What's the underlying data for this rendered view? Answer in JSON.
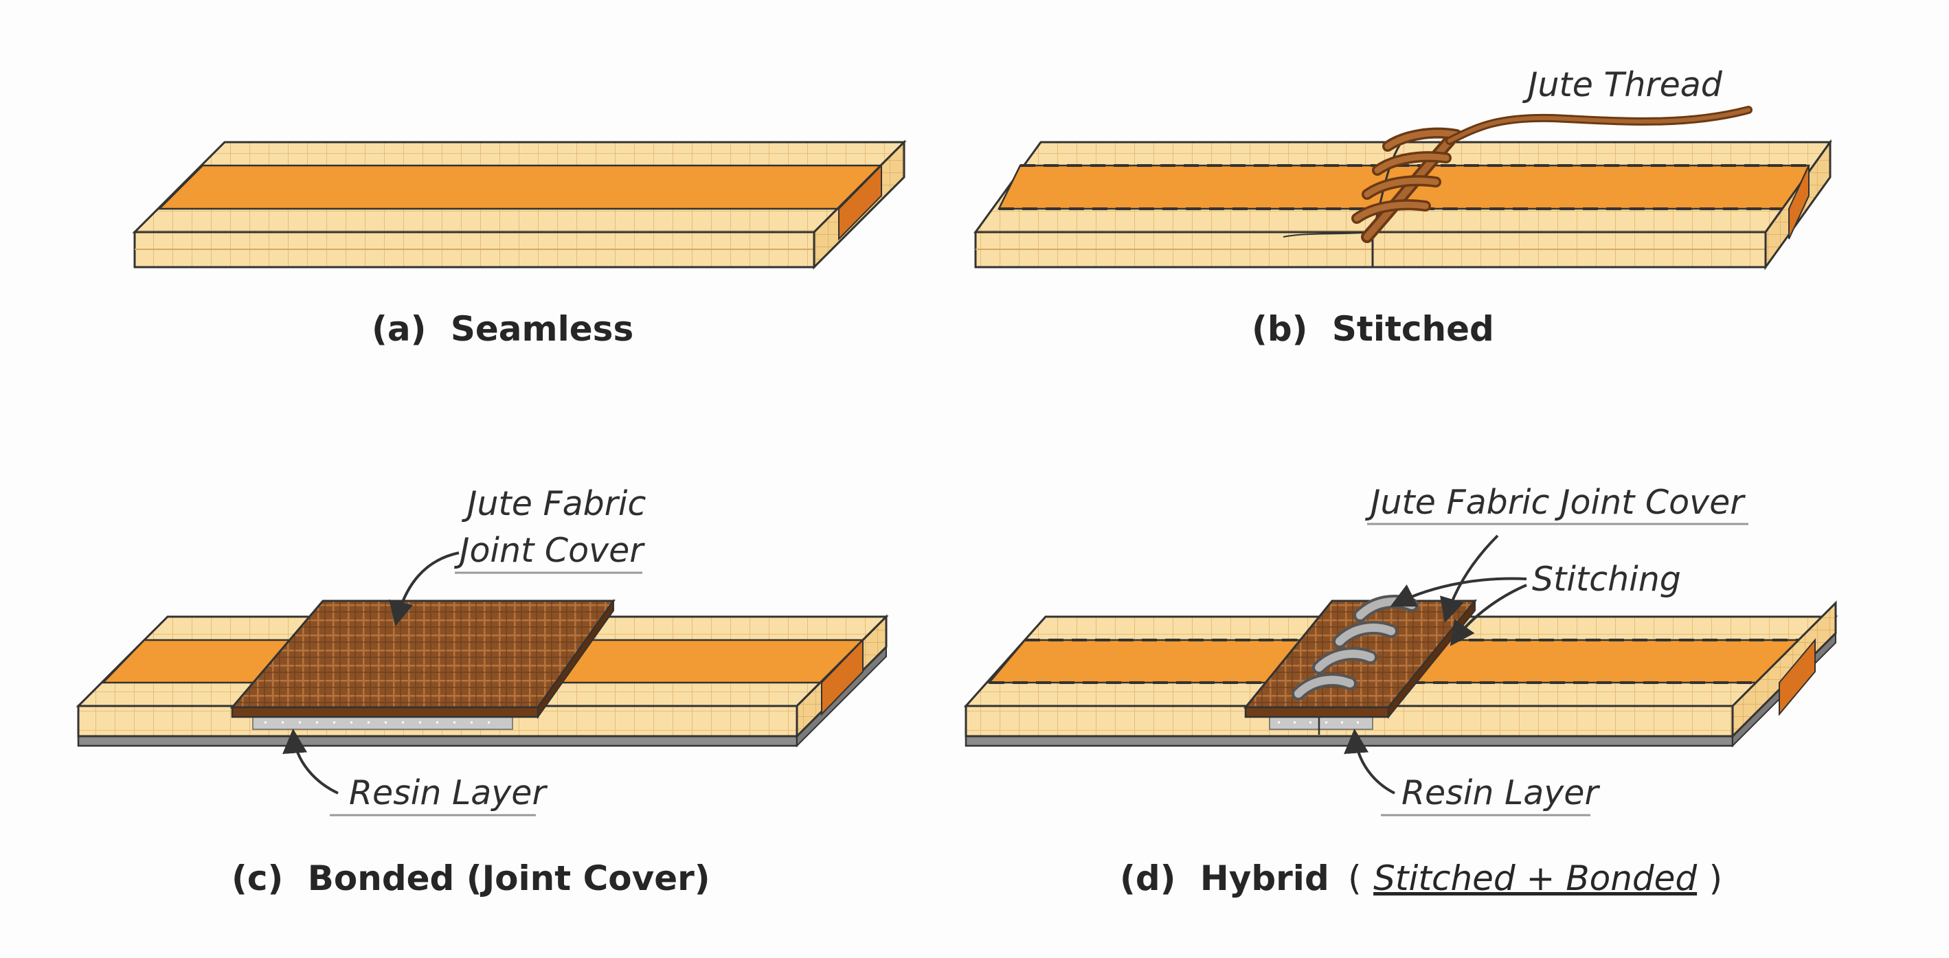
{
  "colors": {
    "background": "#fdfdfd",
    "plank_light": "#f9dfa6",
    "plank_edge": "#e9bf78",
    "plank_grid": "#e5b978",
    "core_orange": "#f29a33",
    "core_side": "#d9731f",
    "jute": "#8a5126",
    "thread": "#9b5a2a",
    "resin": "#c9c9c9",
    "base": "#8c8c8c",
    "stitch_grey": "#b5b5b5",
    "outline": "#333333"
  },
  "panels": [
    {
      "id": "a",
      "label": "(a)",
      "title": "Seamless",
      "callouts": []
    },
    {
      "id": "b",
      "label": "(b)",
      "title": "Stitched",
      "callouts": [
        {
          "text": "Jute Thread"
        }
      ]
    },
    {
      "id": "c",
      "label": "(c)",
      "title": "Bonded (Joint Cover)",
      "callouts": [
        {
          "lines": [
            "Jute Fabric",
            "Joint Cover"
          ]
        },
        {
          "text": "Resin Layer"
        }
      ]
    },
    {
      "id": "d",
      "label": "(d)",
      "title": "Hybrid",
      "title_paren_open": "(",
      "title_italic": "Stitched + Bonded",
      "title_paren_close": ")",
      "callouts": [
        {
          "text": "Jute Fabric Joint Cover"
        },
        {
          "text": "Stitching"
        },
        {
          "text": "Resin Layer"
        }
      ]
    }
  ]
}
